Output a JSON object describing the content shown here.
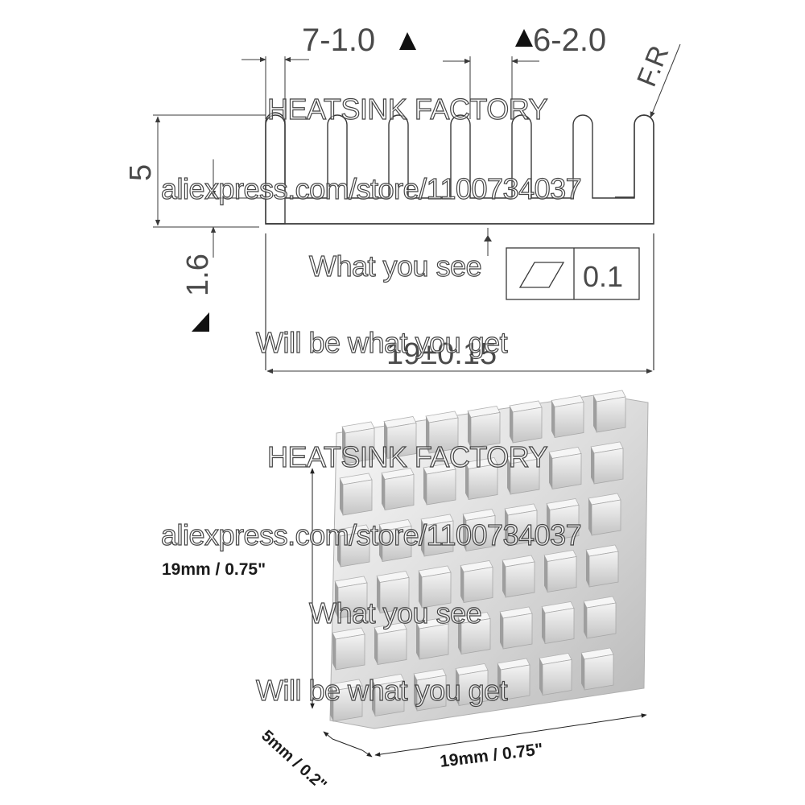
{
  "drawing": {
    "fin_pitch_label": "7-1.0",
    "gap_label": "6-2.0",
    "radius_label": "F.R",
    "height_label": "5",
    "base_label": "1.6",
    "flatness_value": "0.1",
    "width_label": "19±0.15"
  },
  "watermark": {
    "brand": "HEATSINK FACTORY",
    "store": "aliexpress.com/store/1100734037",
    "slogan_1": "What you see",
    "slogan_2": "Will be what you get"
  },
  "product": {
    "height_dim": "19mm / 0.75\"",
    "width_dim": "19mm / 0.75\"",
    "depth_dim": "5mm / 0.2\""
  },
  "colors": {
    "line": "#3a3a3a",
    "metal_light": "#f2f2f2",
    "metal_mid": "#d6d6d6",
    "metal_dark": "#9a9a9a"
  }
}
